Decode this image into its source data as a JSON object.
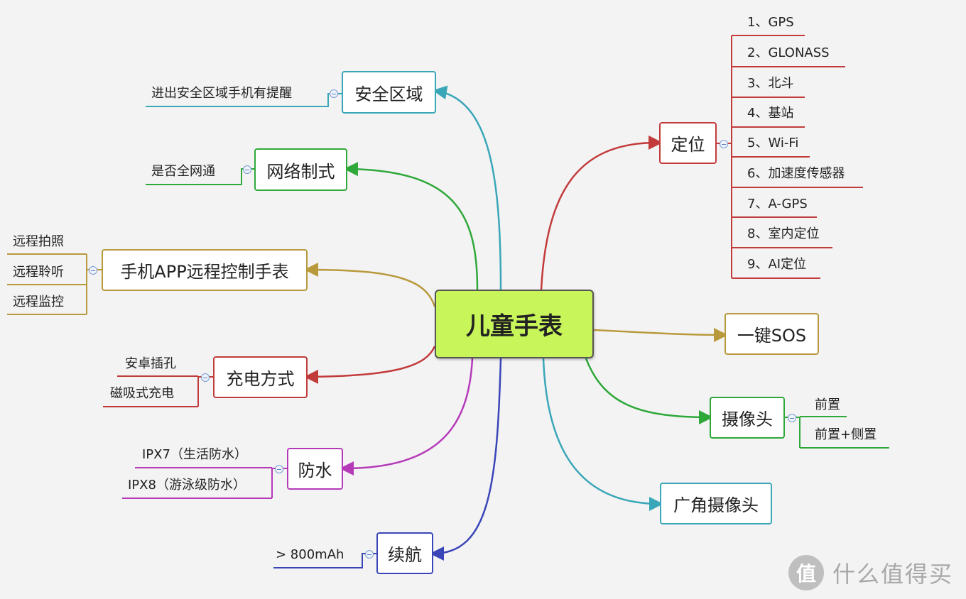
{
  "center": {
    "label": "儿童手表",
    "color": "#c8f55a"
  },
  "branches": {
    "safe_zone": {
      "label": "安全区域",
      "color": "#3aa7b8",
      "leaves": [
        "进出安全区域手机有提醒"
      ]
    },
    "network": {
      "label": "网络制式",
      "color": "#2fa83a",
      "leaves": [
        "是否全网通"
      ]
    },
    "app_control": {
      "label": "手机APP远程控制手表",
      "color": "#b89a3c",
      "leaves": [
        "远程拍照",
        "远程聆听",
        "远程监控"
      ]
    },
    "charging": {
      "label": "充电方式",
      "color": "#c23b3b",
      "leaves": [
        "安卓插孔",
        "磁吸式充电"
      ]
    },
    "waterproof": {
      "label": "防水",
      "color": "#b43ab8",
      "leaves": [
        "IPX7（生活防水）",
        "IPX8（游泳级防水）"
      ]
    },
    "battery": {
      "label": "续航",
      "color": "#3a46b8",
      "leaves": [
        "> 800mAh"
      ]
    },
    "positioning": {
      "label": "定位",
      "color": "#c23b3b",
      "leaves": [
        "1、GPS",
        "2、GLONASS",
        "3、北斗",
        "4、基站",
        "5、Wi-Fi",
        "6、加速度传感器",
        "7、A-GPS",
        "8、室内定位",
        "9、AI定位"
      ]
    },
    "sos": {
      "label": "一键SOS",
      "color": "#b89a3c",
      "leaves": []
    },
    "camera": {
      "label": "摄像头",
      "color": "#2fa83a",
      "leaves": [
        "前置",
        "前置+侧置"
      ]
    },
    "wide_camera": {
      "label": "广角摄像头",
      "color": "#3aa7b8",
      "leaves": []
    }
  },
  "watermark": {
    "text": "什么值得买",
    "logo": "值"
  }
}
